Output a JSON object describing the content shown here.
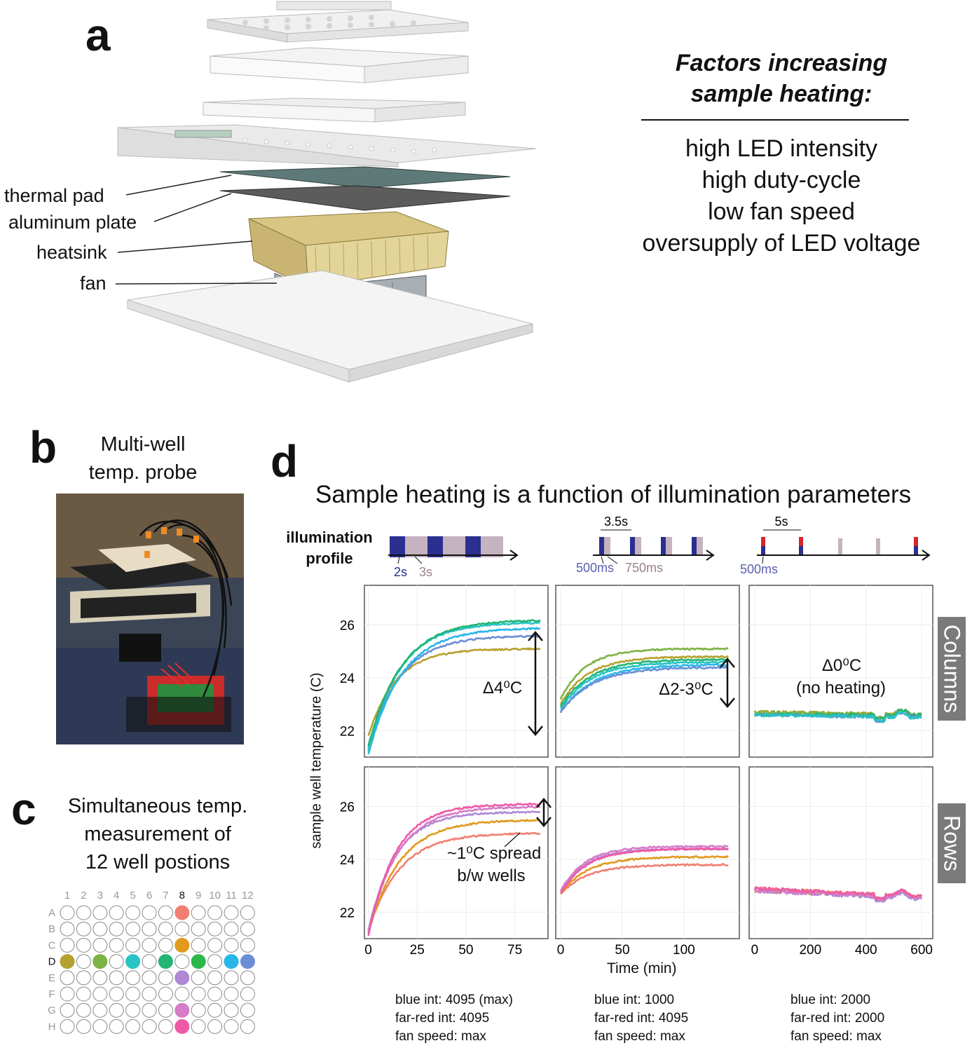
{
  "panel_a": {
    "letter": "a",
    "callouts": [
      "thermal pad",
      "aluminum plate",
      "heatsink",
      "fan"
    ],
    "factors_title_1": "Factors increasing",
    "factors_title_2": "sample heating:",
    "factors": [
      "high LED intensity",
      "high duty-cycle",
      "low fan speed",
      "oversupply of LED voltage"
    ]
  },
  "panel_b": {
    "letter": "b",
    "caption_1": "Multi-well",
    "caption_2": "temp. probe"
  },
  "panel_c": {
    "letter": "c",
    "caption": [
      "Simultaneous temp.",
      "measurement of",
      "12 well postions"
    ],
    "columns": [
      "1",
      "2",
      "3",
      "4",
      "5",
      "6",
      "7",
      "8",
      "9",
      "10",
      "11",
      "12"
    ],
    "rows": [
      "A",
      "B",
      "C",
      "D",
      "E",
      "F",
      "G",
      "H"
    ],
    "highlight_column": "8",
    "highlight_row": "D",
    "filled_wells": [
      {
        "well": "A8",
        "color": "#f07f72"
      },
      {
        "well": "C8",
        "color": "#e09a1e"
      },
      {
        "well": "D1",
        "color": "#b5a12f"
      },
      {
        "well": "D3",
        "color": "#7cb342"
      },
      {
        "well": "D5",
        "color": "#26c4c4"
      },
      {
        "well": "D7",
        "color": "#22b573"
      },
      {
        "well": "D9",
        "color": "#2ab84a"
      },
      {
        "well": "D11",
        "color": "#29b6e8"
      },
      {
        "well": "D12",
        "color": "#6a8fd6"
      },
      {
        "well": "E8",
        "color": "#b088d6"
      },
      {
        "well": "G8",
        "color": "#d67cc8"
      },
      {
        "well": "H8",
        "color": "#ef5aa6"
      }
    ]
  },
  "panel_d": {
    "letter": "d",
    "title": "Sample heating is a function of illumination parameters",
    "profile_label_1": "illumination",
    "profile_label_2": "profile",
    "profiles": [
      {
        "labels": [
          "2s",
          "3s"
        ]
      },
      {
        "top": "3.5s",
        "labels": [
          "500ms",
          "750ms"
        ]
      },
      {
        "top": "5s",
        "labels": [
          "500ms"
        ]
      }
    ],
    "ylabel": "sample well temperature (C)",
    "xlabel": "Time (min)",
    "strips": [
      "Columns",
      "Rows"
    ],
    "annotations": {
      "p1": "Δ4⁰C",
      "p2": "Δ2-3⁰C",
      "p3_1": "Δ0⁰C",
      "p3_2": "(no heating)",
      "p4_1": "~1⁰C spread",
      "p4_2": "b/w wells"
    },
    "params": [
      [
        "blue int: 4095 (max)",
        "far-red int: 4095",
        "fan speed: max"
      ],
      [
        "blue int: 1000",
        "far-red int: 4095",
        "fan speed: max"
      ],
      [
        "blue int: 2000",
        "far-red int: 2000",
        "fan speed: max"
      ]
    ],
    "colors": {
      "blue": "#2b2f8f",
      "mauve": "#c5b3c0",
      "red": "#d7252a"
    }
  },
  "chart_data": [
    {
      "type": "line",
      "facet": "Columns",
      "profile": 1,
      "ylim": [
        21,
        27.5
      ],
      "yticks": [
        22,
        24,
        26
      ],
      "xlim": [
        -2,
        92
      ],
      "xticks": [
        0,
        25,
        50,
        75
      ],
      "series": [
        {
          "color": "#b5a12f",
          "start": 21.8,
          "end": 25.1,
          "tau": 14,
          "xmax": 88
        },
        {
          "color": "#6a8fd6",
          "start": 21.3,
          "end": 25.6,
          "tau": 16,
          "xmax": 88
        },
        {
          "color": "#29b6e8",
          "start": 21.1,
          "end": 25.9,
          "tau": 17,
          "xmax": 88
        },
        {
          "color": "#26c4c4",
          "start": 21.2,
          "end": 26.1,
          "tau": 16,
          "xmax": 88
        },
        {
          "color": "#22b573",
          "start": 21.4,
          "end": 26.2,
          "tau": 17,
          "xmax": 88
        }
      ]
    },
    {
      "type": "line",
      "facet": "Columns",
      "profile": 2,
      "ylim": [
        21,
        27.5
      ],
      "yticks": [
        22,
        24,
        26
      ],
      "xlim": [
        -4,
        145
      ],
      "xticks": [
        0,
        50,
        100
      ],
      "series": [
        {
          "color": "#7cb342",
          "start": 23.2,
          "end": 25.1,
          "tau": 20,
          "xmax": 136
        },
        {
          "color": "#b5a12f",
          "start": 23.0,
          "end": 24.8,
          "tau": 22,
          "xmax": 136
        },
        {
          "color": "#22b573",
          "start": 22.9,
          "end": 24.7,
          "tau": 24,
          "xmax": 136
        },
        {
          "color": "#26c4c4",
          "start": 22.8,
          "end": 24.6,
          "tau": 24,
          "xmax": 136
        },
        {
          "color": "#29b6e8",
          "start": 22.7,
          "end": 24.5,
          "tau": 26,
          "xmax": 136
        },
        {
          "color": "#6a8fd6",
          "start": 22.7,
          "end": 24.4,
          "tau": 26,
          "xmax": 136
        }
      ]
    },
    {
      "type": "line",
      "facet": "Columns",
      "profile": 3,
      "ylim": [
        21,
        27.5
      ],
      "yticks": [
        22,
        24,
        26
      ],
      "xlim": [
        -20,
        640
      ],
      "xticks": [
        0,
        200,
        400,
        600
      ],
      "series": [
        {
          "color": "#b5a12f",
          "start": 22.7,
          "end": 22.6,
          "tau": 1,
          "xmax": 600
        },
        {
          "color": "#7cb342",
          "start": 22.7,
          "end": 22.6,
          "tau": 1,
          "xmax": 600
        },
        {
          "color": "#22b573",
          "start": 22.6,
          "end": 22.6,
          "tau": 1,
          "xmax": 600
        },
        {
          "color": "#6a8fd6",
          "start": 22.6,
          "end": 22.5,
          "tau": 1,
          "xmax": 600
        },
        {
          "color": "#26c4c4",
          "start": 22.6,
          "end": 22.5,
          "tau": 1,
          "xmax": 600
        }
      ]
    },
    {
      "type": "line",
      "facet": "Rows",
      "profile": 1,
      "ylim": [
        21,
        27.5
      ],
      "yticks": [
        22,
        24,
        26
      ],
      "xlim": [
        -2,
        92
      ],
      "xticks": [
        0,
        25,
        50,
        75
      ],
      "series": [
        {
          "color": "#f07f72",
          "start": 21.3,
          "end": 25.0,
          "tau": 16,
          "xmax": 88
        },
        {
          "color": "#e09a1e",
          "start": 21.2,
          "end": 25.5,
          "tau": 16,
          "xmax": 88
        },
        {
          "color": "#b088d6",
          "start": 21.3,
          "end": 25.8,
          "tau": 14,
          "xmax": 88
        },
        {
          "color": "#d67cc8",
          "start": 21.2,
          "end": 26.0,
          "tau": 15,
          "xmax": 88
        },
        {
          "color": "#ef5aa6",
          "start": 21.1,
          "end": 26.1,
          "tau": 14,
          "xmax": 88
        }
      ]
    },
    {
      "type": "line",
      "facet": "Rows",
      "profile": 2,
      "ylim": [
        21,
        27.5
      ],
      "yticks": [
        22,
        24,
        26
      ],
      "xlim": [
        -4,
        145
      ],
      "xticks": [
        0,
        50,
        100
      ],
      "series": [
        {
          "color": "#f07f72",
          "start": 22.7,
          "end": 23.8,
          "tau": 22,
          "xmax": 136
        },
        {
          "color": "#e09a1e",
          "start": 22.7,
          "end": 24.1,
          "tau": 22,
          "xmax": 136
        },
        {
          "color": "#b088d6",
          "start": 22.8,
          "end": 24.4,
          "tau": 20,
          "xmax": 136
        },
        {
          "color": "#d67cc8",
          "start": 22.8,
          "end": 24.5,
          "tau": 20,
          "xmax": 136
        },
        {
          "color": "#ef5aa6",
          "start": 22.7,
          "end": 24.4,
          "tau": 21,
          "xmax": 136
        }
      ]
    },
    {
      "type": "line",
      "facet": "Rows",
      "profile": 3,
      "ylim": [
        21,
        27.5
      ],
      "yticks": [
        22,
        24,
        26
      ],
      "xlim": [
        -20,
        640
      ],
      "xticks": [
        0,
        200,
        400,
        600
      ],
      "series": [
        {
          "color": "#f07f72",
          "start": 22.9,
          "end": 22.6,
          "tau": 1,
          "xmax": 600
        },
        {
          "color": "#e09a1e",
          "start": 22.8,
          "end": 22.6,
          "tau": 1,
          "xmax": 600
        },
        {
          "color": "#b088d6",
          "start": 22.8,
          "end": 22.5,
          "tau": 1,
          "xmax": 600
        },
        {
          "color": "#d67cc8",
          "start": 22.8,
          "end": 22.6,
          "tau": 1,
          "xmax": 600
        },
        {
          "color": "#ef5aa6",
          "start": 22.9,
          "end": 22.6,
          "tau": 1,
          "xmax": 600
        }
      ]
    }
  ]
}
